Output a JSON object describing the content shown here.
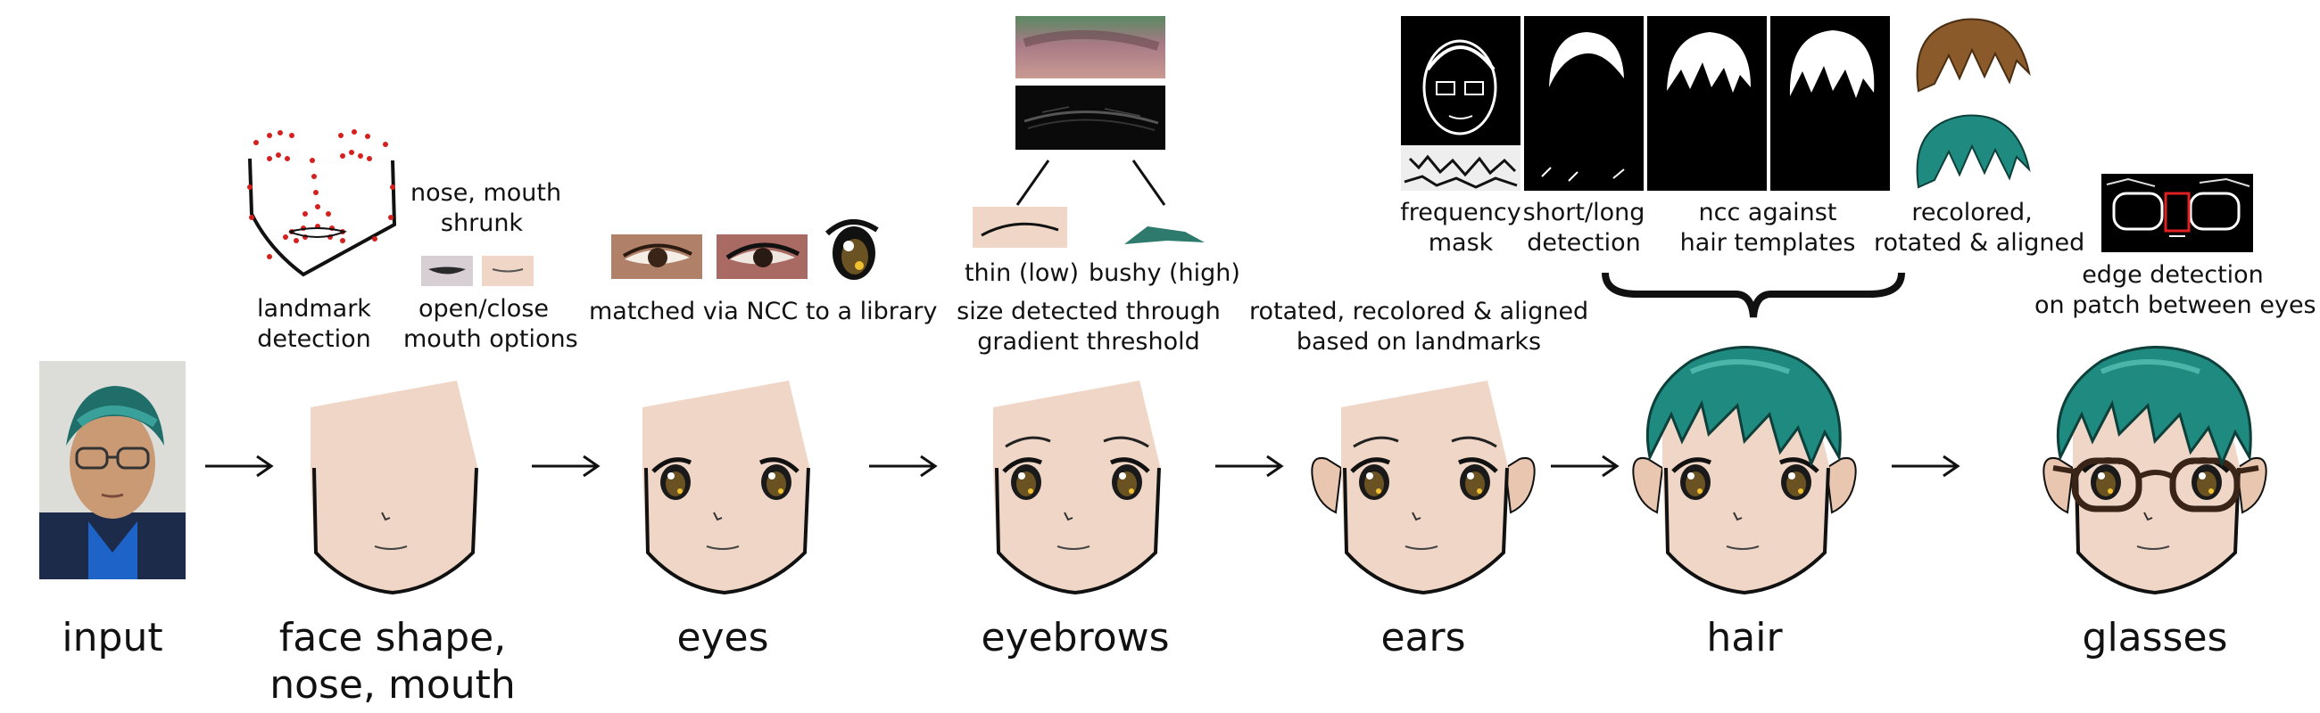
{
  "stages": {
    "input": "input",
    "face_shape_1": "face shape,",
    "face_shape_2": "nose, mouth",
    "eyes": "eyes",
    "eyebrows": "eyebrows",
    "ears": "ears",
    "hair": "hair",
    "glasses": "glasses"
  },
  "annotations": {
    "landmark_1": "landmark",
    "landmark_2": "detection",
    "nose_mouth_1": "nose, mouth",
    "nose_mouth_2": "shrunk",
    "mouth_opt_1": "open/close",
    "mouth_opt_2": "mouth options",
    "eyes_ncc": "matched via NCC to a library",
    "brow_thin": "thin (low)",
    "brow_bushy": "bushy (high)",
    "brow_size_1": "size detected through",
    "brow_size_2": "gradient threshold",
    "ears_1": "rotated, recolored & aligned",
    "ears_2": "based on landmarks",
    "freq_1": "frequency",
    "freq_2": "mask",
    "shortlong_1": "short/long",
    "shortlong_2": "detection",
    "ncc_1": "ncc against",
    "ncc_2": "hair templates",
    "recolor_1": "recolored,",
    "recolor_2": "rotated & aligned",
    "edge_1": "edge detection",
    "edge_2": "on patch between eyes"
  },
  "colors": {
    "skin": "#efd6c6",
    "hair_teal": "#1f8a7f",
    "hair_brown": "#8a5a2b",
    "arrow": "#111111"
  }
}
